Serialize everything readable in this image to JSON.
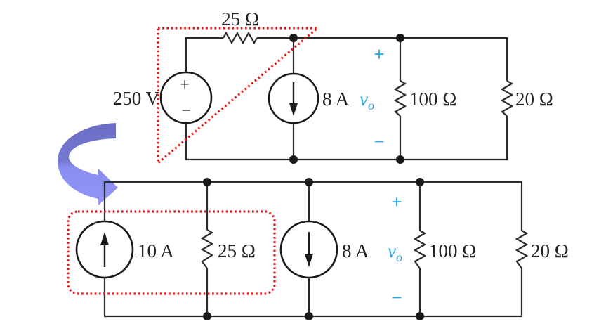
{
  "colors": {
    "wire": "#2b2b2b",
    "highlight_dotted": "#e01818",
    "voltage_label": "#2aa8e0",
    "arrow_top": "#6f73c9",
    "arrow_bottom": "#8c90f2"
  },
  "top_circuit": {
    "series_resistor": "25 Ω",
    "voltage_source": "250 V",
    "voltage_source_plus": "+",
    "voltage_source_minus": "−",
    "current_source": "8 A",
    "output_voltage": "v",
    "output_voltage_sub": "o",
    "output_plus": "+",
    "output_minus": "−",
    "resistor_mid": "100 Ω",
    "resistor_right": "20 Ω"
  },
  "bottom_circuit": {
    "current_source_equiv": "10 A",
    "shunt_resistor": "25 Ω",
    "current_source": "8 A",
    "output_voltage": "v",
    "output_voltage_sub": "o",
    "output_plus": "+",
    "output_minus": "−",
    "resistor_mid": "100 Ω",
    "resistor_right": "20 Ω"
  },
  "icons": {
    "transform_arrow": "curved-arrow-icon",
    "current_down": "arrow-down-icon",
    "current_up": "arrow-up-icon"
  }
}
